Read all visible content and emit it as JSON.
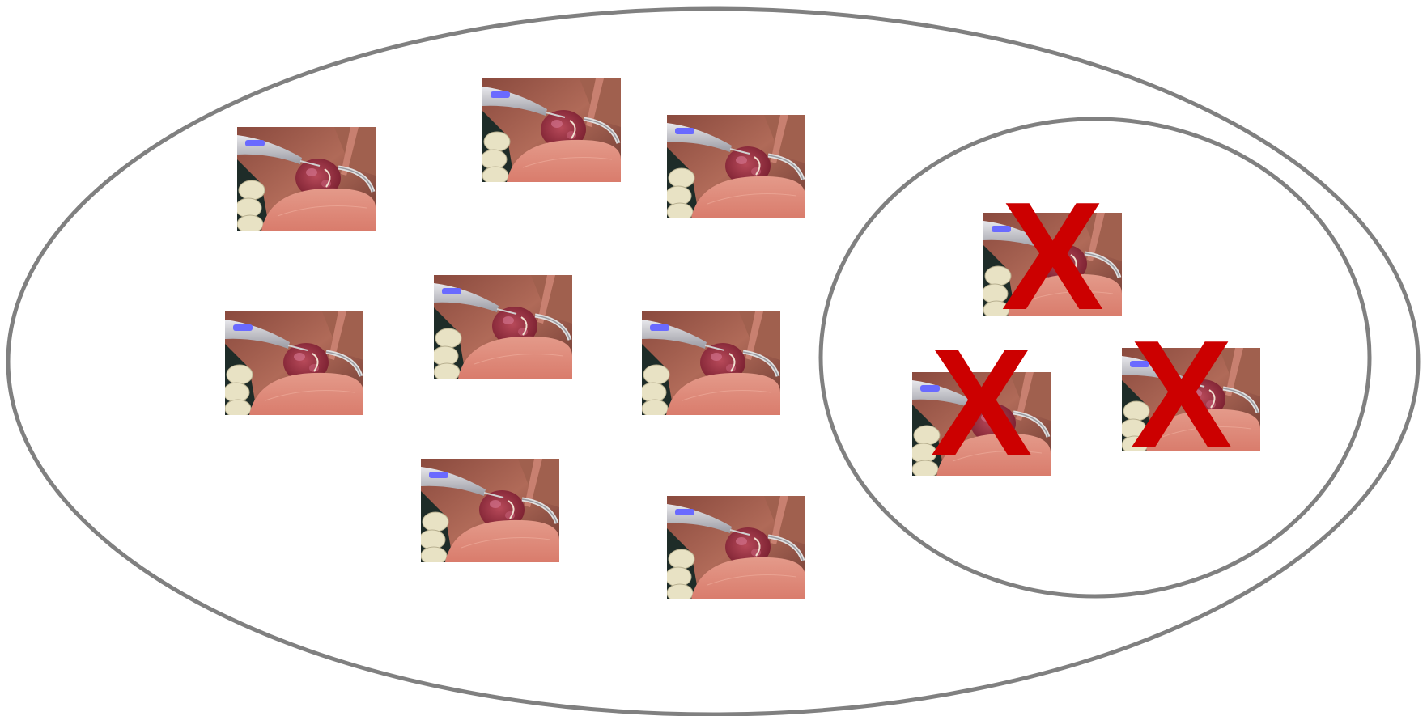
{
  "diagram": {
    "outer_set": {
      "border_color": "#808080",
      "thumbnails_outside_inner": 8
    },
    "inner_set": {
      "border_color": "#808080",
      "excluded_thumbnails": 3,
      "mark_text": "X",
      "mark_color": "#cc0000"
    },
    "thumbnail_icon": "surgical-scene-thumbnail"
  }
}
